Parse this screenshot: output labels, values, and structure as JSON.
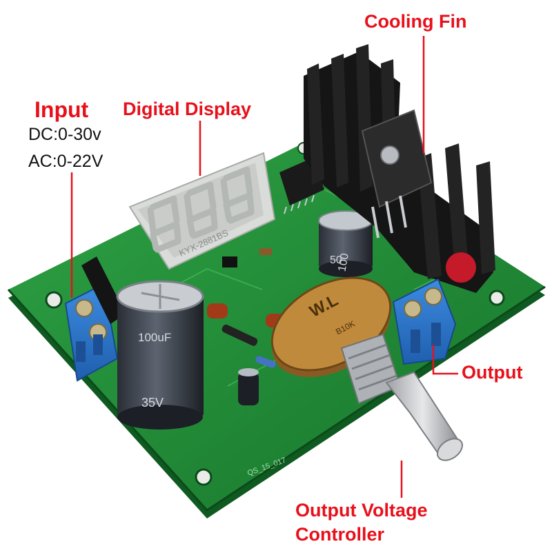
{
  "labels": {
    "input": "Input",
    "input_dc": "DC:0-30v",
    "input_ac": "AC:0-22V",
    "digital_display": "Digital Display",
    "cooling_fin": "Cooling Fin",
    "output": "Output",
    "controller_line1": "Output Voltage",
    "controller_line2": "Controller"
  },
  "board_marks": {
    "display_part": "KYX-2881BS",
    "pot_brand": "W.L",
    "pot_value": "B10K",
    "cap_large_value": "100uF",
    "cap_large_voltage": "35V",
    "cap_small_value": "100",
    "cap_small_voltage": "50",
    "board_code": "QS_15_017"
  },
  "colors": {
    "label_red": "#e8101b",
    "pcb_green": "#1f8a34",
    "terminal_blue": "#2b72c8",
    "heatsink_black": "#151515",
    "pot_brass": "#c08a3c"
  }
}
